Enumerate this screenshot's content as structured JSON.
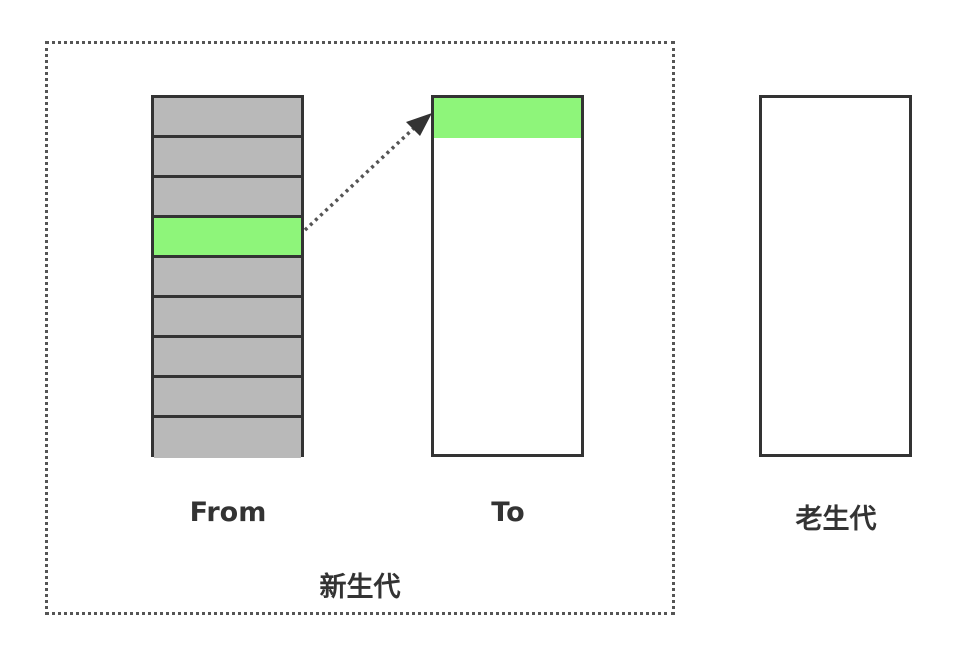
{
  "labels": {
    "from": "From",
    "to": "To",
    "old_gen": "老生代",
    "young_gen": "新生代"
  },
  "from_space": {
    "cells": 9,
    "highlighted_index": 3
  },
  "colors": {
    "live_object": "#8ef57a",
    "used": "#b9b9b9",
    "border": "#333333"
  }
}
